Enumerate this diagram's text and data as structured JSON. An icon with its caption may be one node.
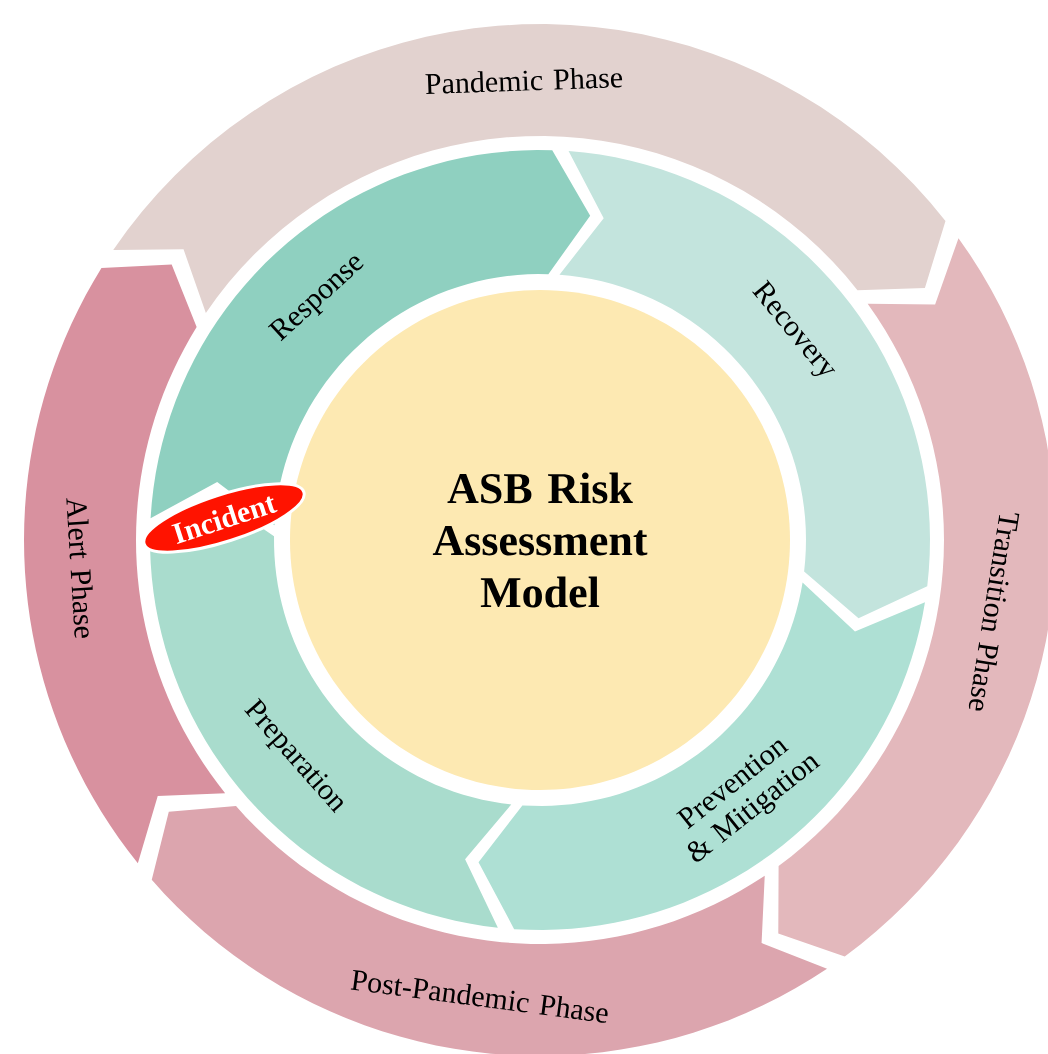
{
  "diagram": {
    "nodes": [
      {
        "text": [
          "ASB Risk Assessment Model"
        ]
      },
      {
        "text": [
          "Response"
        ]
      },
      {
        "text": [
          "Recovery"
        ]
      },
      {
        "text": [
          "Prevention & Mitigation"
        ]
      },
      {
        "text": [
          "Preparation"
        ]
      },
      {
        "text": [
          "Pandemic Phase"
        ]
      },
      {
        "text": [
          "Transition Phase"
        ]
      },
      {
        "text": [
          "Post-Pandemic Phase"
        ]
      },
      {
        "text": [
          "Alert Phase"
        ]
      },
      {
        "text": [
          "Incident"
        ]
      }
    ]
  }
}
